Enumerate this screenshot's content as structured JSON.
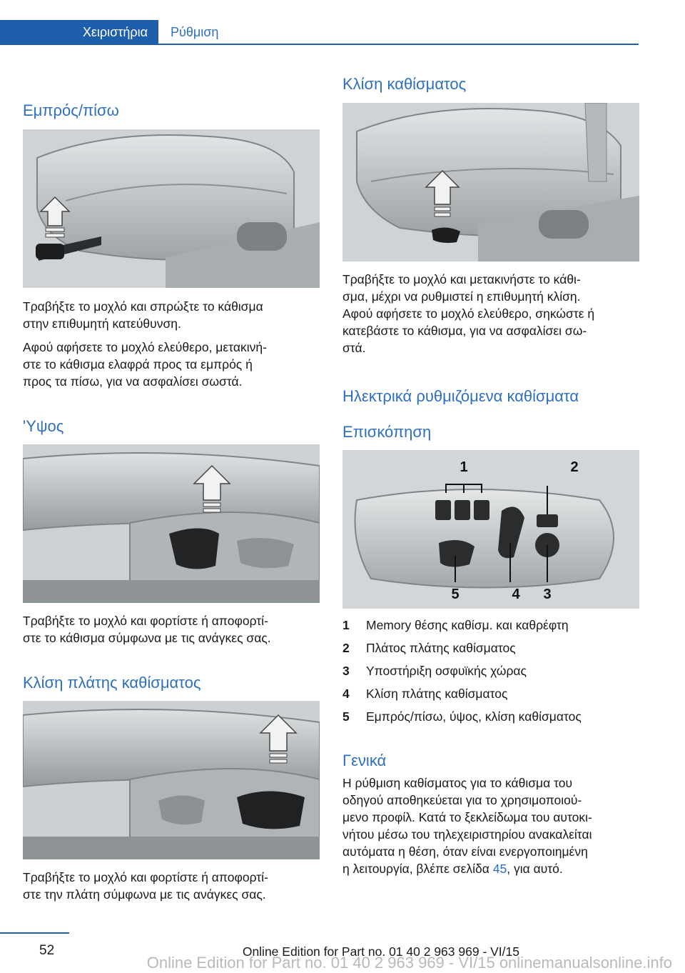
{
  "header": {
    "tab_active": "Χειριστήρια",
    "tab": "Ρύθμιση"
  },
  "left": {
    "h1": "Εμπρός/πίσω",
    "p1a": "Τραβήξτε το μοχλό και σπρώξτε το κάθισμα",
    "p1b": "στην επιθυμητή κατεύθυνση.",
    "p2a": "Αφού αφήσετε το μοχλό ελεύθερο, μετακινή‐",
    "p2b": "στε το κάθισμα ελαφρά προς τα εμπρός ή",
    "p2c": "προς τα πίσω, για να ασφαλίσει σωστά.",
    "h2": "'Υψος",
    "p3a": "Τραβήξτε το μοχλό και φορτίστε ή αποφορτί‐",
    "p3b": "στε το κάθισμα σύμφωνα με τις ανάγκες σας.",
    "h3": "Κλίση πλάτης καθίσματος",
    "p4a": "Τραβήξτε το μοχλό και φορτίστε ή αποφορτί‐",
    "p4b": "στε την πλάτη σύμφωνα με τις ανάγκες σας."
  },
  "right": {
    "h1": "Κλίση καθίσματος",
    "p1a": "Τραβήξτε το μοχλό και μετακινήστε το κάθι‐",
    "p1b": "σμα, μέχρι να ρυθμιστεί η επιθυμητή κλίση.",
    "p1c": "Αφού αφήσετε το μοχλό ελεύθερο, σηκώστε ή",
    "p1d": "κατεβάστε το κάθισμα, για να ασφαλίσει σω‐",
    "p1e": "στά.",
    "h2": "Ηλεκτρικά ρυθμιζόμενα καθίσματα",
    "h3": "Επισκόπηση",
    "img_labels": [
      "1",
      "2",
      "3",
      "4",
      "5"
    ],
    "list": [
      {
        "num": "1",
        "text": "Memory θέσης καθίσμ. και καθρέφτη"
      },
      {
        "num": "2",
        "text": "Πλάτος πλάτης καθίσματος"
      },
      {
        "num": "3",
        "text": "Υποστήριξη οσφυϊκής χώρας"
      },
      {
        "num": "4",
        "text": "Κλίση πλάτης καθίσματος"
      },
      {
        "num": "5",
        "text": "Εμπρός/πίσω, ύψος, κλίση καθίσματος"
      }
    ],
    "h4": "Γενικά",
    "p2a": "Η ρύθμιση καθίσματος για το κάθισμα του",
    "p2b": "οδηγού αποθηκεύεται για το χρησιμοποιού‐",
    "p2c": "μενο προφίλ. Κατά το ξεκλείδωμα του αυτοκι‐",
    "p2d": "νήτου μέσω του τηλεχειριστηρίου ανακαλείται",
    "p2e": "αυτόματα η θέση, όταν είναι ενεργοποιημένη",
    "p2f_pre": "η λειτουργία, βλέπε σελίδα ",
    "p2f_link": "45",
    "p2f_post": ", για αυτό."
  },
  "footer": {
    "page_number": "52",
    "edition": "Online Edition for Part no. 01 40 2 963 969 - VI/15",
    "watermark": "Online Edition for Part no. 01 40 2 963 969 - VI/15   onlinemanualsonline.info"
  }
}
